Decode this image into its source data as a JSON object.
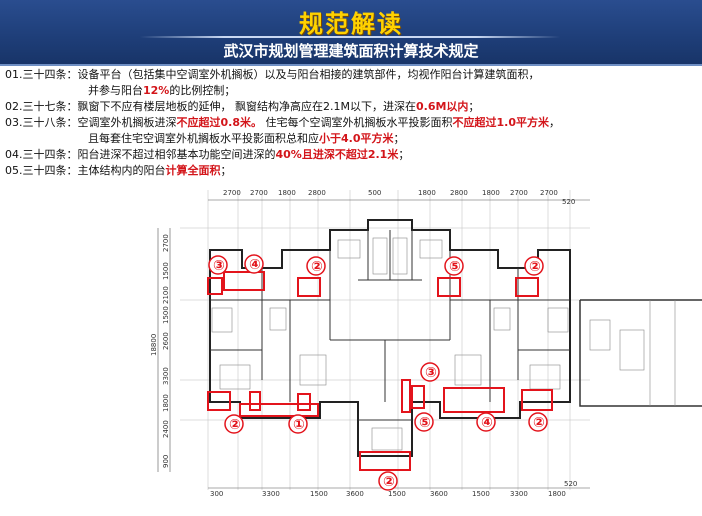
{
  "header": {
    "title": "规范解读",
    "subtitle": "武汉市规划管理建筑面积计算技术规定"
  },
  "rules": [
    {
      "id": "01",
      "lines": [
        [
          {
            "t": "01.三十四条：设备平台（包括集中空调室外机搁板）以及与阳台相接的建筑部件，均视作阳台计算建筑面积，",
            "h": false
          }
        ],
        [
          {
            "t": "并参与阳台",
            "h": false
          },
          {
            "t": "12%",
            "h": true
          },
          {
            "t": "的比例控制；",
            "h": false
          }
        ]
      ]
    },
    {
      "id": "02",
      "lines": [
        [
          {
            "t": "02.三十七条：飘窗下不应有楼层地板的延伸，  飘窗结构净高应在2.1M以下，进深在",
            "h": false
          },
          {
            "t": "0.6M以内",
            "h": true
          },
          {
            "t": "；",
            "h": false
          }
        ]
      ]
    },
    {
      "id": "03",
      "lines": [
        [
          {
            "t": "03.三十八条：空调室外机搁板进深",
            "h": false
          },
          {
            "t": "不应超过0.8米。",
            "h": true
          },
          {
            "t": "  住宅每个空调室外机搁板水平投影面积",
            "h": false
          },
          {
            "t": "不应超过1.0平方米",
            "h": true
          },
          {
            "t": "，",
            "h": false
          }
        ],
        [
          {
            "t": "且每套住宅空调室外机搁板水平投影面积总和应",
            "h": false
          },
          {
            "t": "小于4.0平方米",
            "h": true
          },
          {
            "t": "；",
            "h": false
          }
        ]
      ]
    },
    {
      "id": "04",
      "lines": [
        [
          {
            "t": "04.三十四条：阳台进深不超过相邻基本功能空间进深的",
            "h": false
          },
          {
            "t": "40%且进深不超过2.1米",
            "h": true
          },
          {
            "t": "；",
            "h": false
          }
        ]
      ]
    },
    {
      "id": "05",
      "lines": [
        [
          {
            "t": "05.三十四条：主体结构内的阳台",
            "h": false
          },
          {
            "t": "计算全面积",
            "h": true
          },
          {
            "t": "；",
            "h": false
          }
        ]
      ]
    }
  ],
  "plan": {
    "top_dimensions": [
      "2700",
      "2700",
      "1800",
      "2800",
      "500",
      "1800",
      "2800",
      "1800",
      "2700",
      "2700",
      "520"
    ],
    "bottom_dimensions": [
      "300",
      "3300",
      "1500",
      "3600",
      "1500",
      "3600",
      "1500",
      "3300",
      "1800",
      "520"
    ],
    "left_dimensions": [
      "2700",
      "1500",
      "2100",
      "1500",
      "2600",
      "3300",
      "1800",
      "2400",
      "900",
      "18800"
    ],
    "markers": [
      "①",
      "②",
      "③",
      "④",
      "⑤"
    ],
    "highlight_color": "#e3141c"
  }
}
